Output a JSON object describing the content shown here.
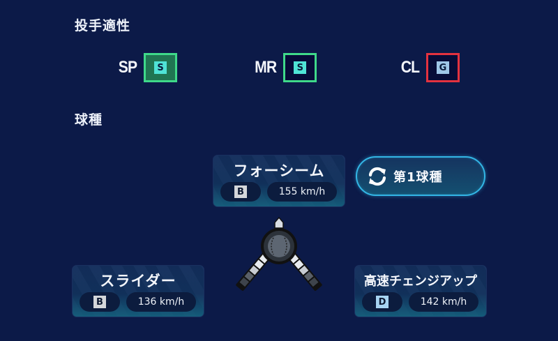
{
  "aptitude": {
    "title": "投手適性",
    "items": [
      {
        "position": "SP",
        "grade": "S",
        "grade_color": "#4fe3d6",
        "border_color": "#3fd98a",
        "filled": true
      },
      {
        "position": "MR",
        "grade": "S",
        "grade_color": "#4fe3d6",
        "border_color": "#3fd98a",
        "filled": false
      },
      {
        "position": "CL",
        "grade": "G",
        "grade_color": "#9fc6e8",
        "border_color": "#e4323f",
        "filled": false
      }
    ]
  },
  "pitches": {
    "title": "球種",
    "list": [
      {
        "name": "フォーシーム",
        "grade": "B",
        "grade_color": "#d4d6da",
        "speed": "155 km/h"
      },
      {
        "name": "スライダー",
        "grade": "B",
        "grade_color": "#d4d6da",
        "speed": "136 km/h"
      },
      {
        "name": "高速チェンジアップ",
        "grade": "D",
        "grade_color": "#a6d3f2",
        "speed": "142 km/h"
      }
    ],
    "first_pitch_button": {
      "label": "第1球種",
      "icon": "refresh-icon"
    },
    "selector_icon": "baseball-icon"
  },
  "colors": {
    "background": "#0c1a48",
    "accent_cyan": "#33b6e6",
    "aptitude_green": "#3fd98a",
    "aptitude_red": "#e4323f"
  }
}
